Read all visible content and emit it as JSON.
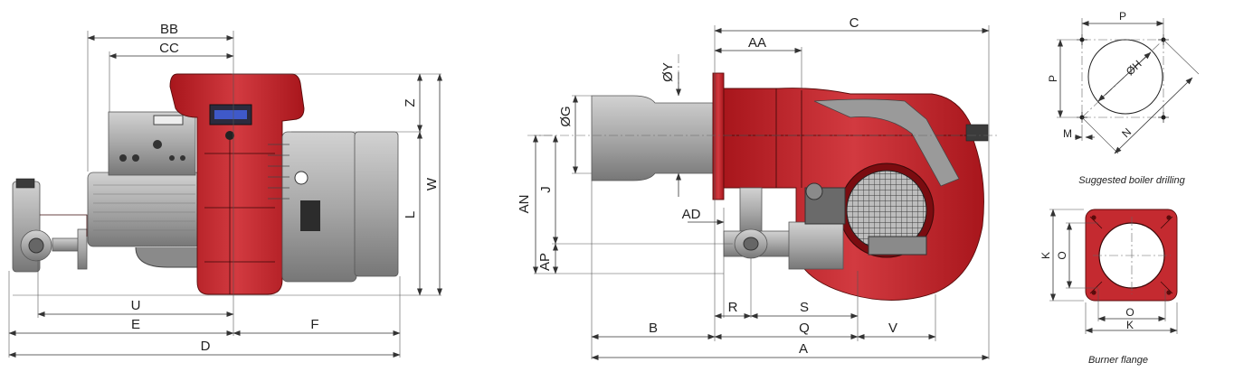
{
  "side_view": {
    "dims": {
      "bb": "BB",
      "cc": "CC",
      "z": "Z",
      "w": "W",
      "l": "L",
      "u": "U",
      "e": "E",
      "f": "F",
      "d": "D"
    }
  },
  "front_view": {
    "dims": {
      "c": "C",
      "aa": "AA",
      "oy": "ØY",
      "og": "ØG",
      "an": "AN",
      "j": "J",
      "ad": "AD",
      "ap": "AP",
      "b": "B",
      "r": "R",
      "s": "S",
      "q": "Q",
      "v": "V",
      "a": "A"
    }
  },
  "drilling": {
    "caption": "Suggested boiler drilling",
    "dims": {
      "p_top": "P",
      "p_side": "P",
      "oh": "ØH",
      "m": "M",
      "n": "N"
    }
  },
  "flange": {
    "caption": "Burner flange",
    "dims": {
      "k_side": "K",
      "o_side": "O",
      "o_bottom": "O",
      "k_bottom": "K"
    }
  },
  "colors": {
    "burner_red": "#c42a30",
    "motor_gray": "#a9a9a9",
    "line": "#333333"
  }
}
